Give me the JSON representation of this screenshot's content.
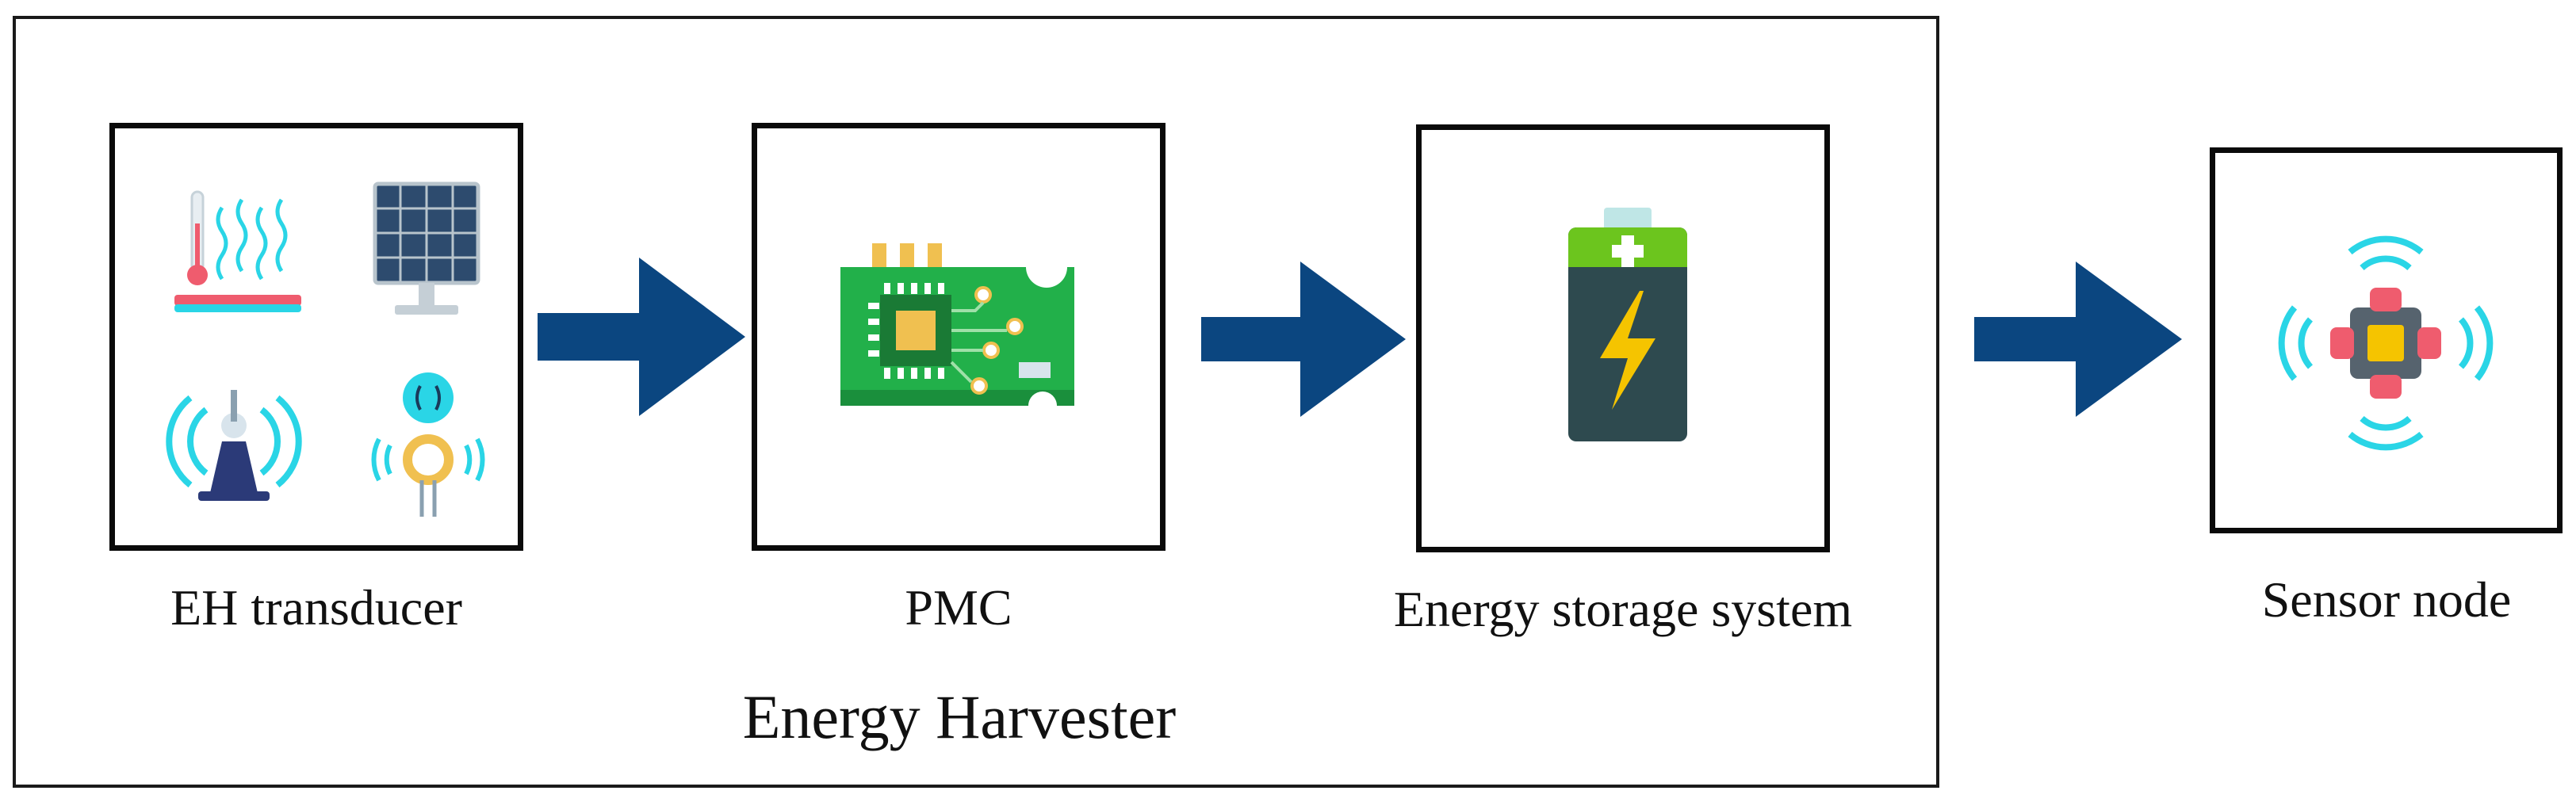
{
  "diagram": {
    "group_label": "Energy Harvester",
    "nodes": [
      {
        "id": "eh",
        "label": "EH transducer",
        "icons": [
          "thermometer-heat-icon",
          "solar-panel-icon",
          "rf-antenna-icon",
          "piezo-sensor-icon"
        ]
      },
      {
        "id": "pmc",
        "label": "PMC",
        "icons": [
          "circuit-board-icon"
        ]
      },
      {
        "id": "storage",
        "label": "Energy storage system",
        "icons": [
          "battery-icon"
        ]
      },
      {
        "id": "sensor",
        "label": "Sensor node",
        "icons": [
          "wireless-chip-icon"
        ]
      }
    ],
    "edges": [
      {
        "from": "eh",
        "to": "pmc"
      },
      {
        "from": "pmc",
        "to": "storage"
      },
      {
        "from": "storage",
        "to": "sensor"
      }
    ],
    "colors": {
      "arrow": "#0b4680",
      "green_pcb": "#22b04a",
      "battery_body": "#2e4a4f",
      "battery_cap": "#6cc51e",
      "bolt": "#f5c400",
      "wave": "#2ad5e6",
      "chip_red": "#ef5c6e"
    }
  }
}
